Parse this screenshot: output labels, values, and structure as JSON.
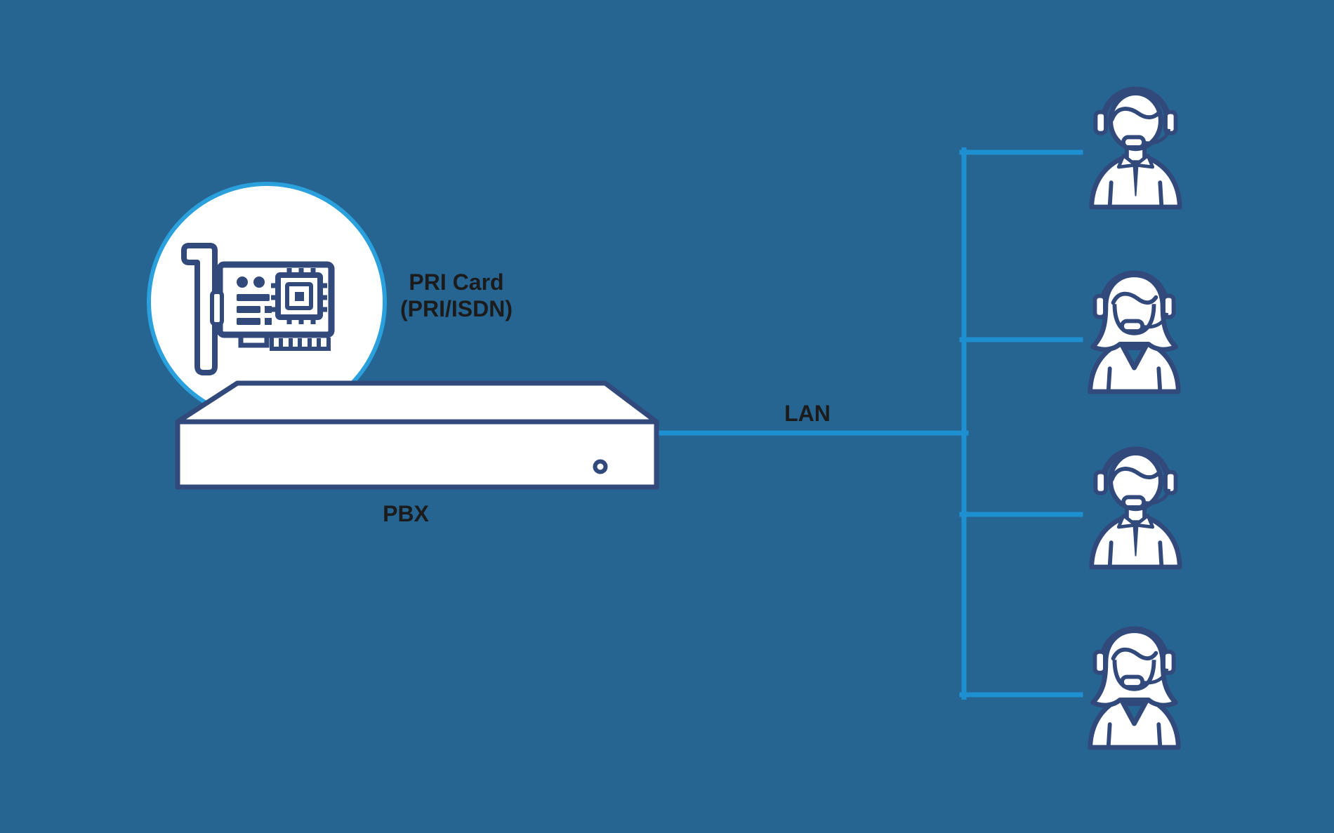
{
  "colors": {
    "background": "#266492",
    "connector_blue": "#1E8FD0",
    "circle_ring_blue": "#2AA0DC",
    "outline_navy": "#31497B",
    "label_text": "#1B1B1B",
    "white": "#FFFFFF"
  },
  "diagram": {
    "pri_card": {
      "label_line1": "PRI Card",
      "label_line2": "(PRI/ISDN)",
      "icon": "pci-card-icon"
    },
    "pbx": {
      "label": "PBX",
      "icon": "pbx-device-icon"
    },
    "lan": {
      "label": "LAN"
    },
    "agents": [
      {
        "id": "agent-1",
        "icon": "male-headset-agent-icon"
      },
      {
        "id": "agent-2",
        "icon": "female-headset-agent-icon"
      },
      {
        "id": "agent-3",
        "icon": "male-headset-agent-icon"
      },
      {
        "id": "agent-4",
        "icon": "female-headset-agent-icon"
      }
    ]
  }
}
